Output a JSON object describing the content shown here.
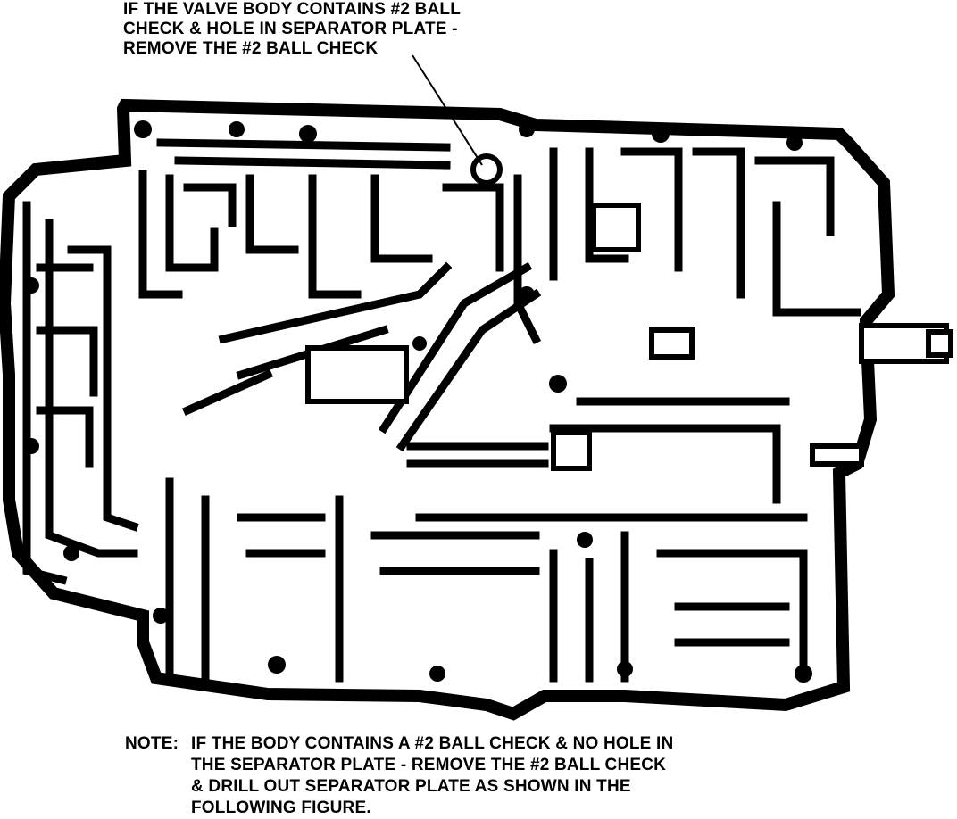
{
  "callout": {
    "lines": [
      "IF THE VALVE BODY CONTAINS #2 BALL",
      "CHECK & HOLE IN SEPARATOR PLATE -",
      "REMOVE THE #2 BALL CHECK"
    ]
  },
  "note": {
    "lead": "NOTE:",
    "lines": [
      "IF THE BODY CONTAINS A #2 BALL CHECK & NO HOLE IN",
      "THE SEPARATOR PLATE - REMOVE THE #2 BALL CHECK",
      "& DRILL OUT SEPARATOR PLATE AS SHOWN IN THE",
      "FOLLOWING FIGURE."
    ]
  },
  "colors": {
    "ink": "#000000",
    "paper": "#ffffff"
  }
}
